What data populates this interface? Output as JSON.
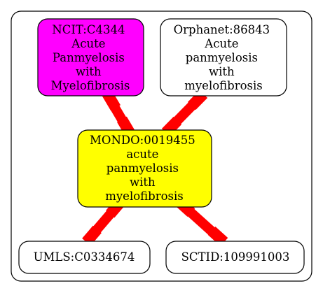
{
  "nodes": {
    "ncit": {
      "lines": [
        "NCIT:C4344",
        "Acute",
        "Panmyelosis",
        "with",
        "Myelofibrosis"
      ],
      "fill": "#ff00ff"
    },
    "orphanet": {
      "lines": [
        "Orphanet:86843",
        "Acute",
        "panmyelosis",
        "with",
        "myelofibrosis"
      ],
      "fill": "#ffffff"
    },
    "mondo": {
      "lines": [
        "MONDO:0019455",
        "acute",
        "panmyelosis",
        "with",
        "myelofibrosis"
      ],
      "fill": "#ffff00"
    },
    "umls": {
      "lines": [
        "UMLS:C0334674"
      ],
      "fill": "#ffffff"
    },
    "sctid": {
      "lines": [
        "SCTID:109991003"
      ],
      "fill": "#ffffff"
    }
  },
  "edges": [
    {
      "from": "ncit",
      "to": "mondo"
    },
    {
      "from": "orphanet",
      "to": "mondo"
    },
    {
      "from": "mondo",
      "to": "umls"
    },
    {
      "from": "mondo",
      "to": "sctid"
    }
  ],
  "colors": {
    "edge": "#ff0000",
    "stroke": "#000000"
  }
}
